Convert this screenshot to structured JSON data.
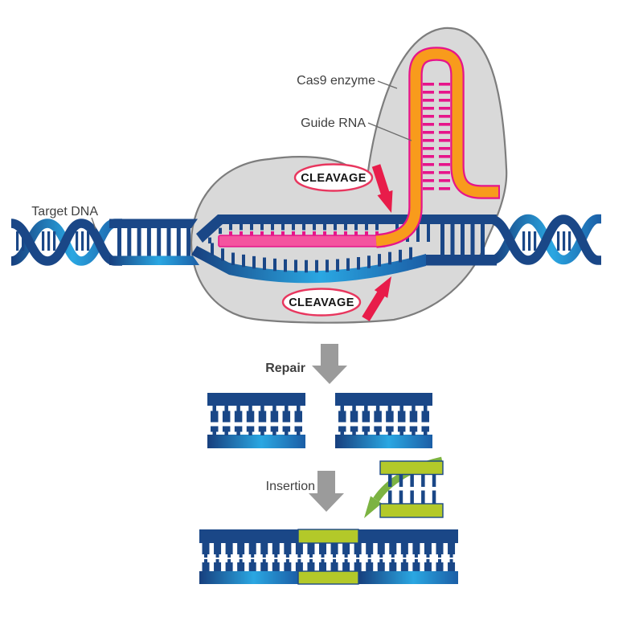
{
  "labels": {
    "cas9_enzyme": "Cas9 enzyme",
    "guide_rna": "Guide RNA",
    "target_dna": "Target DNA",
    "cleavage_upper": "CLEAVAGE",
    "cleavage_lower": "CLEAVAGE",
    "repair": "Repair",
    "insertion": "Insertion"
  },
  "colors": {
    "dna_navy": "#1a4787",
    "cyan_light": "#2aa7e2",
    "cyan_dark": "#1b5ea6",
    "cyan_deep": "#173f7e",
    "rna_orange": "#f89b1c",
    "rna_pink": "#f4549f",
    "rung_magenta": "#e6158a",
    "cas9_gray_fill": "#d9d9d9",
    "cas9_gray_stroke": "#7d7d7d",
    "cleavage_red": "#e81c4a",
    "oval_stroke": "#e8365e",
    "arrow_gray": "#9b9b9b",
    "insert_green": "#b3c929",
    "arrow_green": "#7cb342",
    "label_text": "#3f3f3f"
  }
}
